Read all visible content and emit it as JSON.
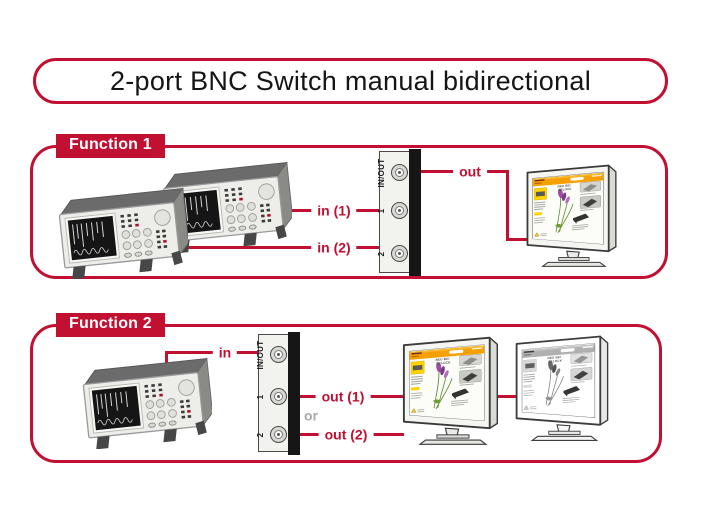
{
  "title": "2-port BNC Switch manual bidirectional",
  "colors": {
    "accent_red": "#c11031",
    "or_gray": "#a9a9a9"
  },
  "function1": {
    "label": "Function 1",
    "switch_ports": [
      "IN/OUT",
      "1",
      "2"
    ],
    "labels": {
      "in1": "in (1)",
      "in2": "in (2)",
      "out": "out"
    }
  },
  "function2": {
    "label": "Function 2",
    "switch_ports": [
      "IN/OUT",
      "1",
      "2"
    ],
    "labels": {
      "in": "in",
      "out1": "out (1)",
      "or": "or",
      "out2": "out (2)"
    }
  },
  "monitor_screen": {
    "promo_line1": "NEU BEI",
    "promo_line2": "DELOCK"
  }
}
